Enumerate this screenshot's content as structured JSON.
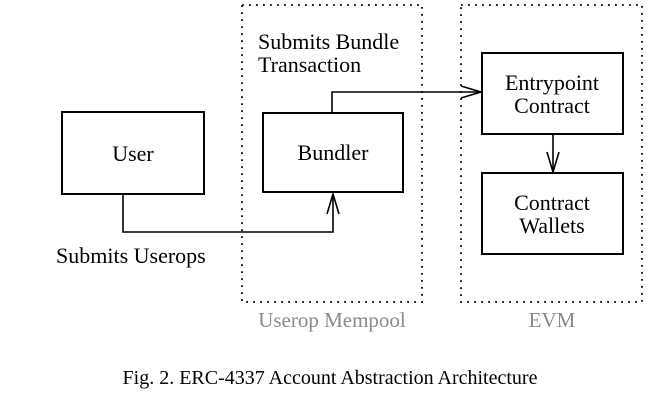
{
  "figure": {
    "caption": "Fig. 2.   ERC-4337 Account Abstraction Architecture"
  },
  "diagram": {
    "nodes": {
      "user": {
        "label": "User"
      },
      "bundler": {
        "label": "Bundler"
      },
      "entrypoint": {
        "line1": "Entrypoint",
        "line2": "Contract"
      },
      "contract_wallets": {
        "line1": "Contract",
        "line2": "Wallets"
      }
    },
    "edges": {
      "submits_userops": {
        "label": "Submits Userops",
        "from": "User",
        "to": "Bundler"
      },
      "submits_bundle": {
        "line1": "Submits Bundle",
        "line2": "Transaction",
        "from": "Bundler",
        "to": "Entrypoint Contract"
      },
      "entrypoint_to_wallets": {
        "label": "",
        "from": "Entrypoint Contract",
        "to": "Contract Wallets"
      }
    },
    "regions": {
      "userop_mempool": {
        "label": "Userop Mempool"
      },
      "evm": {
        "label": "EVM"
      }
    },
    "colors": {
      "ink": "#000000",
      "region_label": "#8a8a8a",
      "background": "#ffffff"
    }
  }
}
